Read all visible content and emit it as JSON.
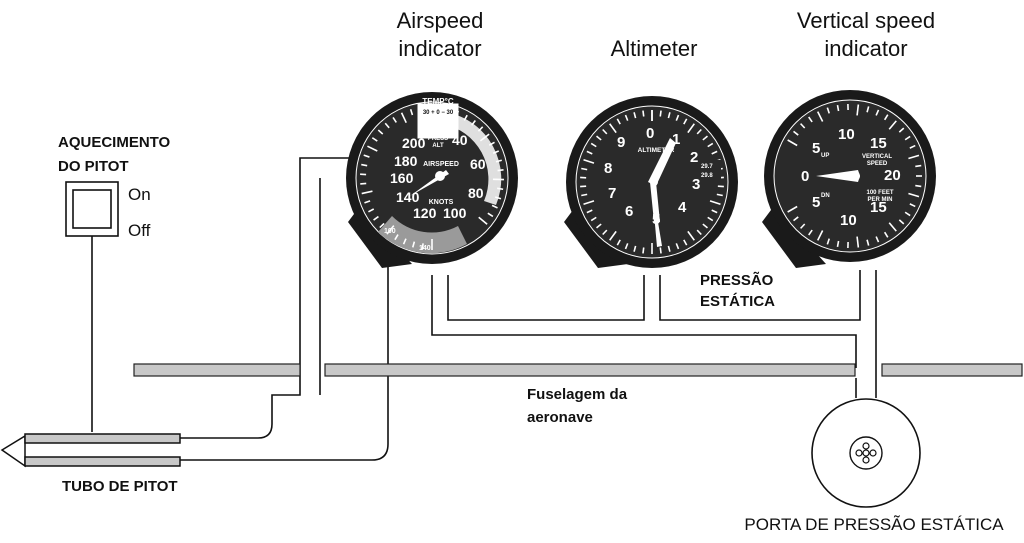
{
  "instruments": {
    "airspeed": {
      "title_line1": "Airspeed",
      "title_line2": "indicator",
      "face_label": "AIRSPEED",
      "unit_label": "KNOTS",
      "temp_label": "TEMP°C",
      "temp_scale": "30 + 0 − 30",
      "press_alt_line1": "PRESS",
      "press_alt_line2": "ALT",
      "scale_numbers": [
        "200",
        "40",
        "180",
        "60",
        "160",
        "80",
        "140",
        "120",
        "100"
      ],
      "small_numbers": [
        "100",
        "140"
      ]
    },
    "altimeter": {
      "title": "Altimeter",
      "face_label": "ALTIMETER",
      "numbers": [
        "0",
        "1",
        "2",
        "3",
        "4",
        "5",
        "6",
        "7",
        "8",
        "9"
      ],
      "kollsman_values": [
        "29.7",
        "29.8"
      ]
    },
    "vsi": {
      "title_line1": "Vertical speed",
      "title_line2": "indicator",
      "face_line1": "VERTICAL",
      "face_line2": "SPEED",
      "unit_line1": "100 FEET",
      "unit_line2": "PER MIN",
      "up_label": "UP",
      "dn_label": "DN",
      "numbers": [
        "0",
        "5",
        "10",
        "15",
        "20",
        "15",
        "10",
        "5"
      ]
    }
  },
  "labels": {
    "pitot_heat_line1": "AQUECIMENTO",
    "pitot_heat_line2": "DO PITOT",
    "switch_on": "On",
    "switch_off": "Off",
    "static_pressure_line1": "PRESSÃO",
    "static_pressure_line2": "ESTÁTICA",
    "fuselage_line1": "Fuselagem da",
    "fuselage_line2": "aeronave",
    "pitot_tube": "TUBO DE PITOT",
    "static_port": "PORTA DE PRESSÃO ESTÁTICA"
  },
  "colors": {
    "instrument_case": "#1a1a1a",
    "fuselage_bar": "#c8c8c8",
    "arc_gray": "#9a9a9a"
  }
}
